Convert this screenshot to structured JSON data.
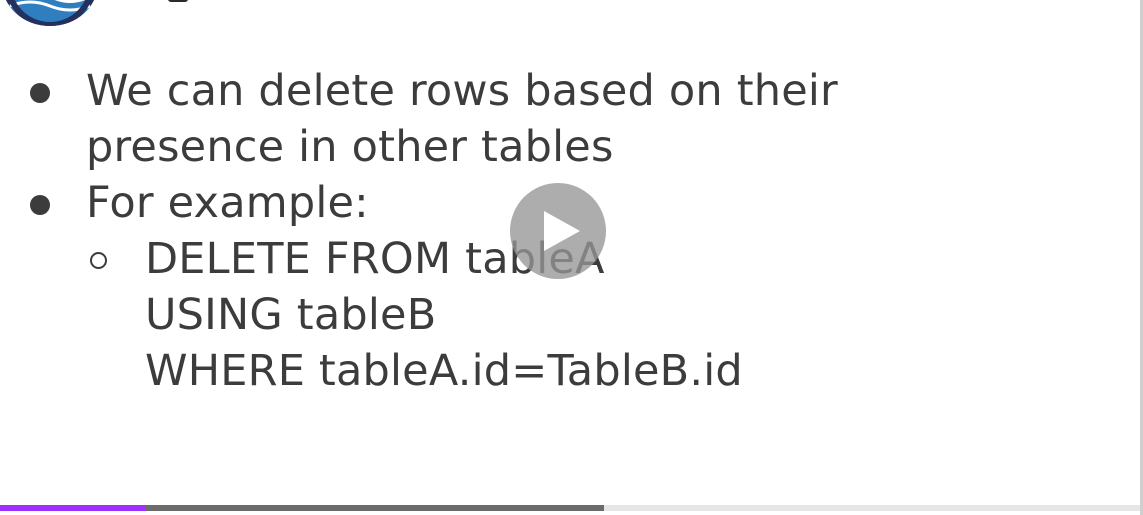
{
  "slide": {
    "bullets": [
      {
        "line1": "We can delete rows based on their",
        "line2": "presence in other tables"
      },
      {
        "line1": "For example:"
      }
    ],
    "sub_bullet": {
      "line1": "DELETE FROM tableA",
      "line2": "USING tableB",
      "line3": "WHERE tableA.id=TableB.id"
    }
  },
  "player": {
    "played_fraction": 0.127,
    "buffered_fraction": 0.53,
    "colors": {
      "played": "#9b30ff",
      "buffered": "#6b6b6b",
      "track": "#e6e6e6",
      "play_button": "#969696"
    }
  },
  "icons": {
    "logo": "logo-icon",
    "play": "play-icon",
    "bullet": "bullet-dot-icon",
    "sub_bullet": "bullet-ring-icon"
  }
}
